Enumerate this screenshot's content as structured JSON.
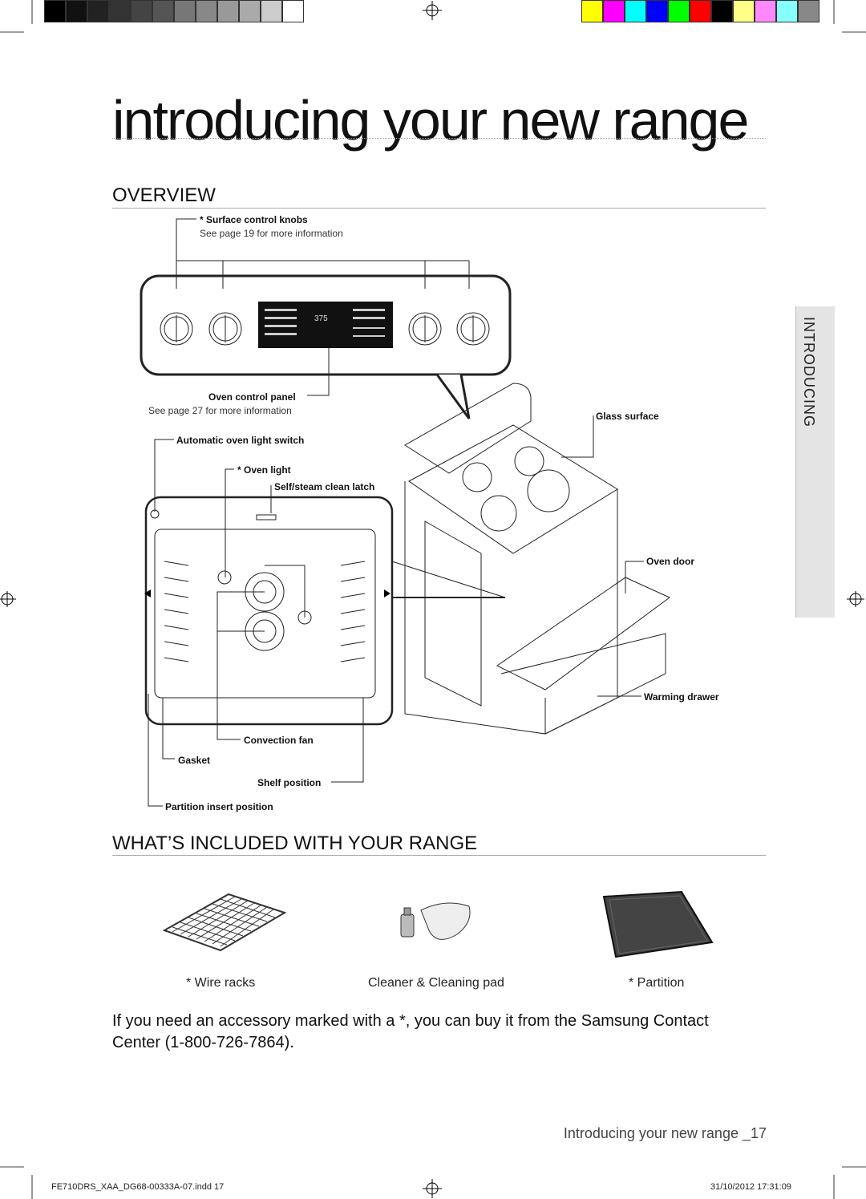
{
  "print_marks": {
    "gray_swatches": [
      "#000000",
      "#111111",
      "#222222",
      "#333333",
      "#444444",
      "#555555",
      "#777777",
      "#888888",
      "#999999",
      "#aaaaaa",
      "#cccccc",
      "#ffffff"
    ],
    "color_swatches": [
      "#ffff00",
      "#ff00ff",
      "#00ffff",
      "#0000ff",
      "#00ff00",
      "#ff0000",
      "#000000",
      "#ffff88",
      "#ff88ff",
      "#88ffff",
      "#888888"
    ]
  },
  "page": {
    "title": "introducing your new range",
    "side_tab": "INTRODUCING"
  },
  "overview": {
    "heading": "OVERVIEW",
    "callouts": {
      "surface_knobs": "* Surface control knobs",
      "surface_knobs_ref": "See page 19 for more information",
      "oven_panel": "Oven control panel",
      "oven_panel_ref": "See page 27 for more information",
      "auto_light": "Automatic oven light switch",
      "oven_light": "* Oven light",
      "latch": "Self/steam clean latch",
      "glass": "Glass surface",
      "oven_door": "Oven door",
      "warming_drawer": "Warming drawer",
      "convection_fan": "Convection fan",
      "gasket": "Gasket",
      "shelf_position": "Shelf position",
      "partition_insert": "Partition insert position"
    },
    "panel_display": "375"
  },
  "included": {
    "heading": "WHAT’S INCLUDED WITH YOUR RANGE",
    "items": [
      {
        "label": "* Wire racks",
        "icon": "wire-rack-icon"
      },
      {
        "label": "Cleaner & Cleaning pad",
        "icon": "cleaner-pad-icon"
      },
      {
        "label": "* Partition",
        "icon": "partition-icon"
      }
    ],
    "note": "If you need an accessory marked with a *, you can buy it from the Samsung Contact Center (1-800-726-7864)."
  },
  "footer": {
    "page_label": "Introducing your new range _17",
    "file": "FE710DRS_XAA_DG68-00333A-07.indd   17",
    "timestamp": "31/10/2012   17:31:09"
  }
}
